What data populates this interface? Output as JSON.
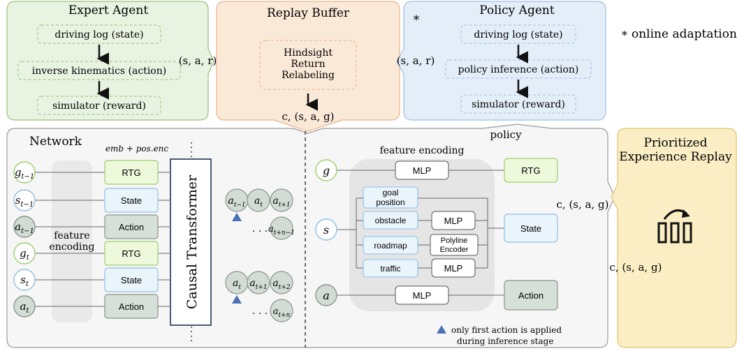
{
  "expert_agent": {
    "title": "Expert Agent",
    "steps": [
      "driving log (state)",
      "inverse kinematics (action)",
      "simulator (reward)"
    ],
    "output": "(s, a, r)"
  },
  "replay_buffer": {
    "title": "Replay Buffer",
    "box_lines": [
      "Hindsight",
      "Return",
      "Relabeling"
    ],
    "output": "c, (s, a, g)"
  },
  "policy_agent": {
    "title": "Policy Agent",
    "star": "*",
    "steps": [
      "driving log (state)",
      "policy inference (action)",
      "simulator (reward)"
    ],
    "output": "(s, a, r)"
  },
  "legend": {
    "star": "*",
    "online_adaptation": "online adaptation"
  },
  "network": {
    "title": "Network",
    "emb_label": "emb + pos.enc",
    "feature_encoding": [
      "feature",
      "encoding"
    ],
    "inputs": [
      {
        "sym": "g",
        "sub": "t−1"
      },
      {
        "sym": "s",
        "sub": "t−1"
      },
      {
        "sym": "a",
        "sub": "t−1"
      },
      {
        "sym": "g",
        "sub": "t"
      },
      {
        "sym": "s",
        "sub": "t"
      },
      {
        "sym": "a",
        "sub": "t"
      }
    ],
    "tokens": [
      "RTG",
      "State",
      "Action",
      "RTG",
      "State",
      "Action"
    ],
    "transformer": "Causal Transformer",
    "outputs_row1": [
      {
        "sym": "a",
        "sub": "t−1"
      },
      {
        "sym": "a",
        "sub": "t"
      },
      {
        "sym": "a",
        "sub": "t+1"
      }
    ],
    "ellipsis1": ". . .",
    "tail1": {
      "sym": "a",
      "sub": "t+n−1"
    },
    "outputs_row2": [
      {
        "sym": "a",
        "sub": "t"
      },
      {
        "sym": "a",
        "sub": "t+1"
      },
      {
        "sym": "a",
        "sub": "t+2"
      }
    ],
    "ellipsis2": ". . .",
    "tail2": {
      "sym": "a",
      "sub": "t+n"
    }
  },
  "policy_label": "policy",
  "feature_encoding_panel": {
    "title": "feature encoding",
    "g_input": "g",
    "s_input": "s",
    "a_input": "a",
    "mlp": "MLP",
    "goal": [
      "goal",
      "position"
    ],
    "obstacle": "obstacle",
    "roadmap": "roadmap",
    "traffic": "traffic",
    "polyline": [
      "Polyline",
      "Encoder"
    ],
    "rtg": "RTG",
    "state": "State",
    "action": "Action",
    "note_line1": "only first action is applied",
    "note_line2": "during inference stage"
  },
  "per": {
    "title_line1": "Prioritized",
    "title_line2": "Experience Replay",
    "input_label": "c, (s, a, g)",
    "output_label": "c, (s, a, g)"
  },
  "colors": {
    "expert_fill": "#e8f3e1",
    "expert_stroke": "#97c07e",
    "replay_fill": "#fbe9d8",
    "replay_stroke": "#e8b48a",
    "policy_fill": "#e4eef8",
    "policy_stroke": "#9fbfe0",
    "per_fill": "#fbeec4",
    "per_stroke": "#e0c373",
    "network_fill": "#f6f6f6",
    "network_stroke": "#9a9a9a",
    "rtg_fill": "#eef8db",
    "rtg_stroke": "#9ccf6d",
    "state_fill": "#eaf4fb",
    "state_stroke": "#8fbfe5",
    "action_fill": "#d6e0d9",
    "action_stroke": "#8a948e",
    "g_stroke": "#9ccf6d",
    "s_stroke": "#8fbfe5",
    "a_fill": "#d2dcd5",
    "a_stroke": "#8a948e",
    "triangle": "#4a6fb5"
  }
}
